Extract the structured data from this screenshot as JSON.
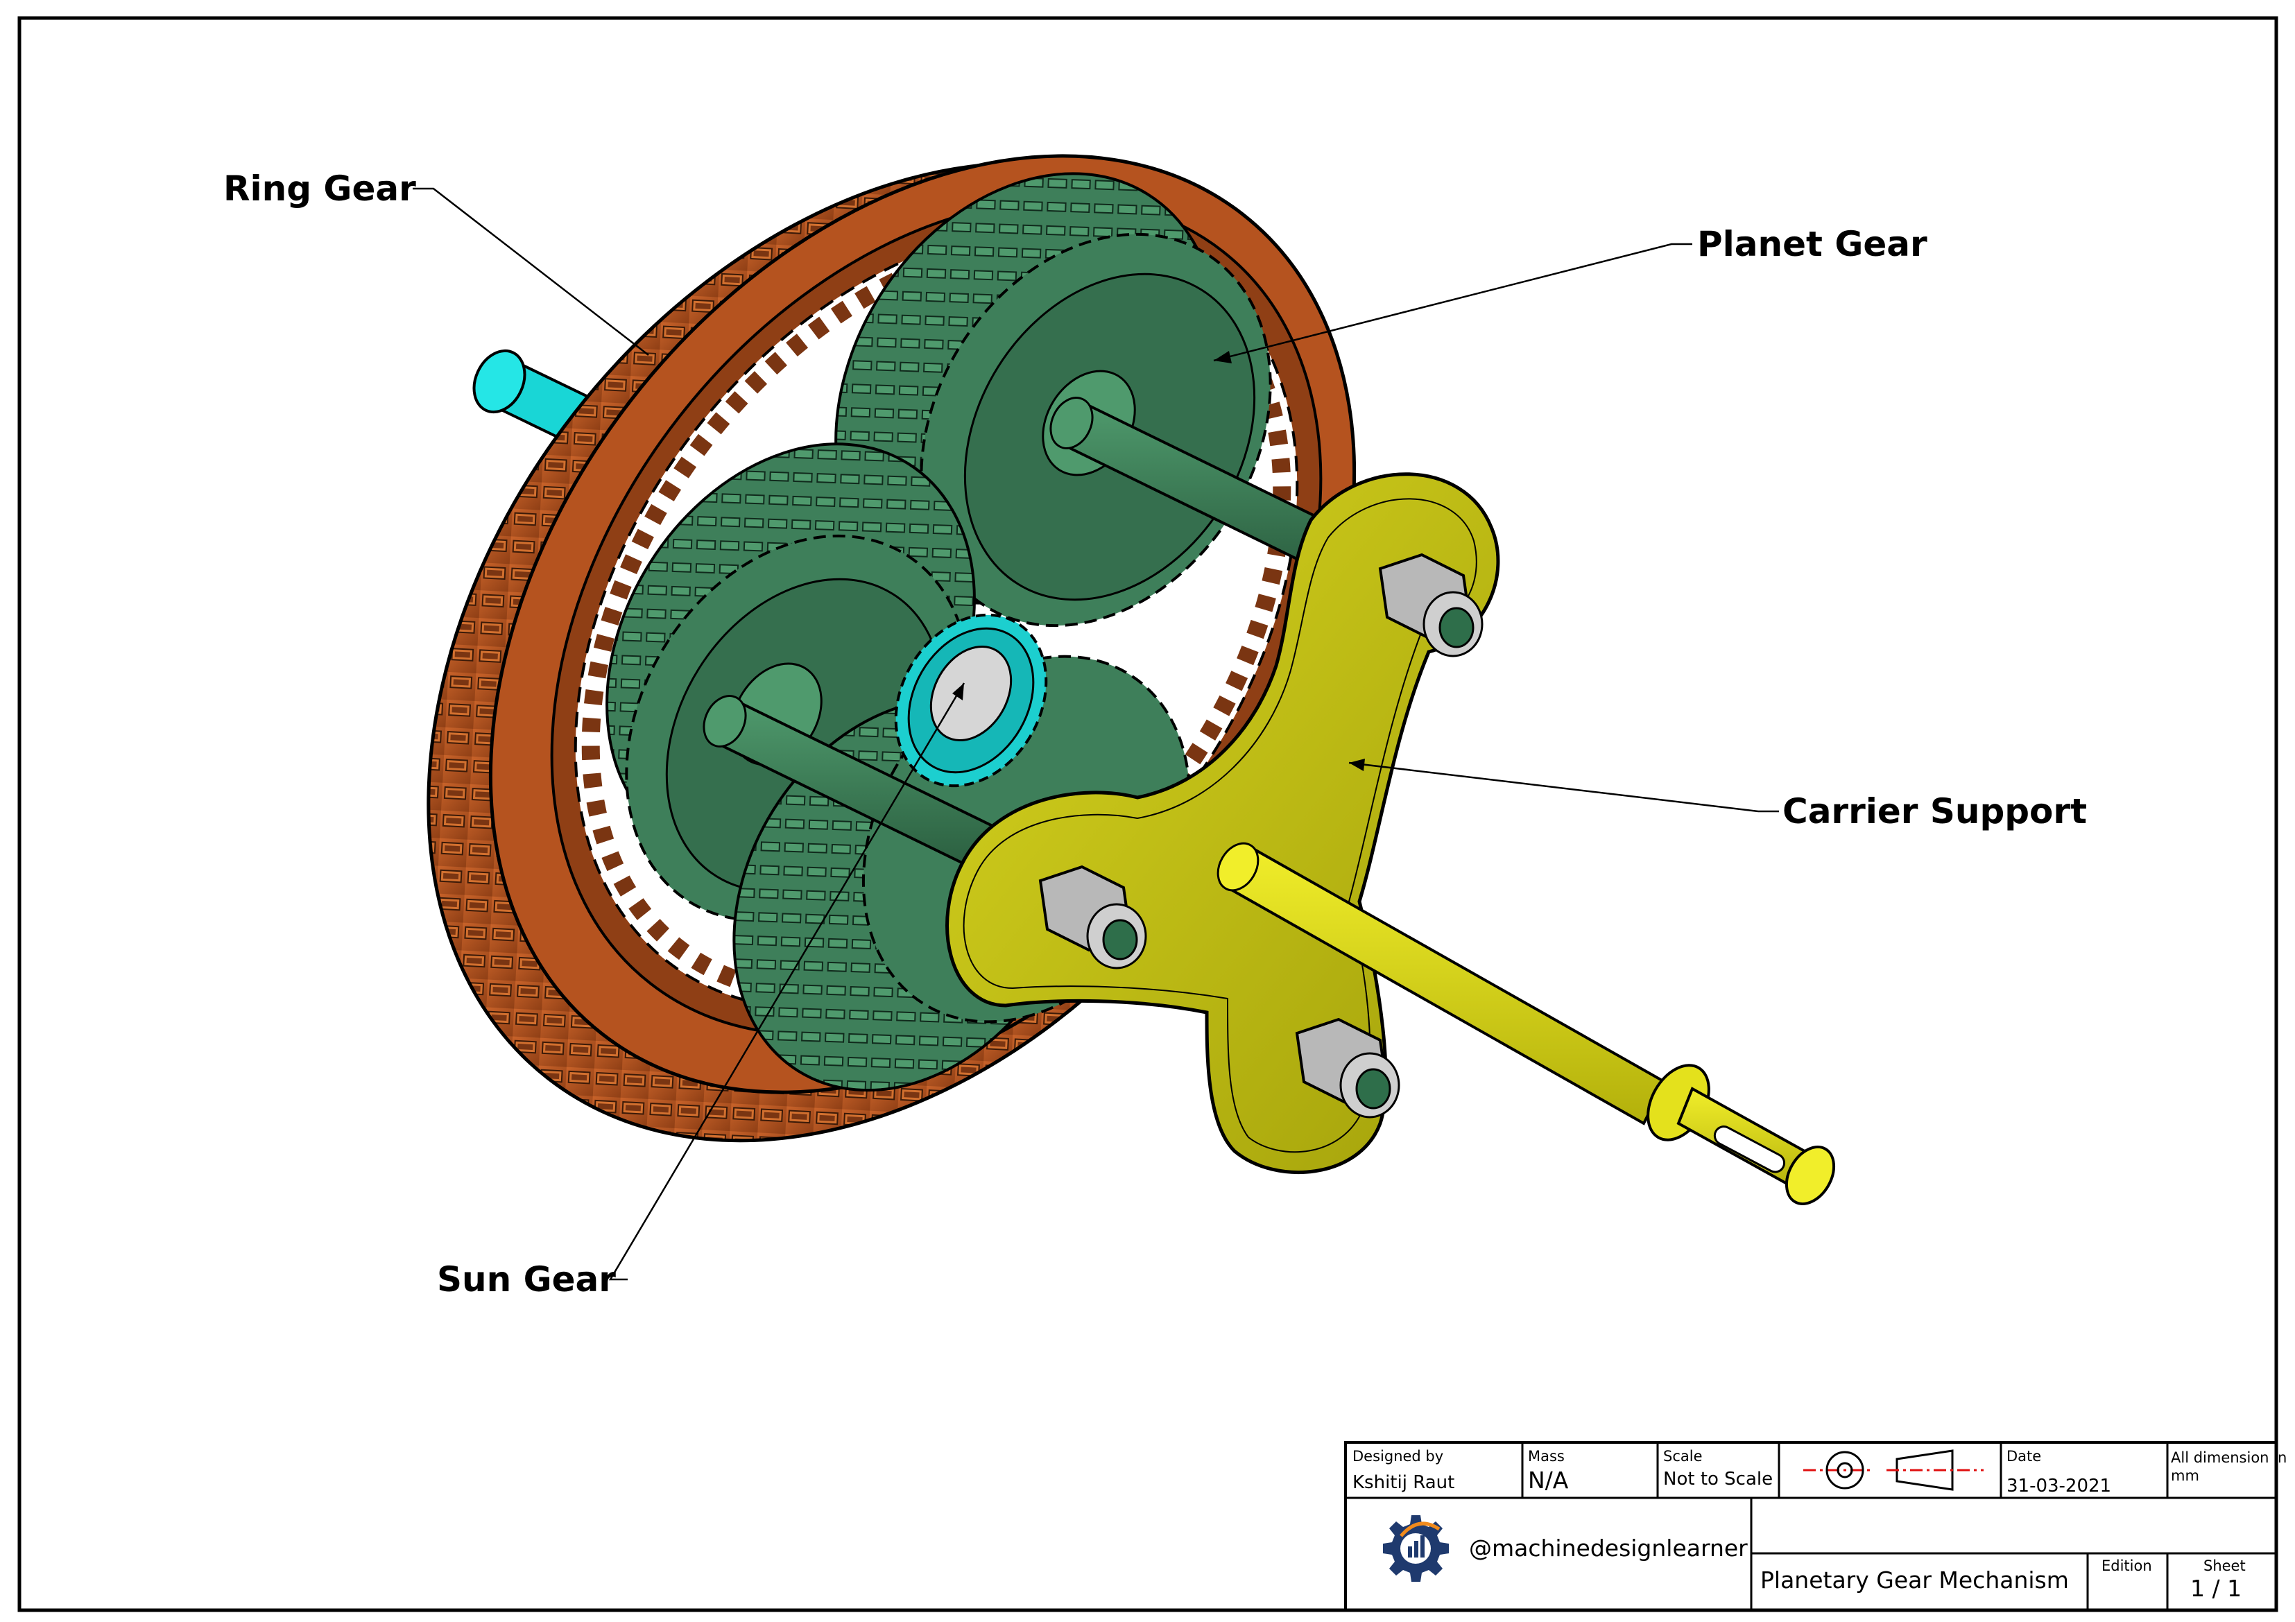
{
  "labels": {
    "ring_gear": "Ring Gear",
    "planet_gear": "Planet Gear",
    "carrier_support": "Carrier Support",
    "sun_gear": "Sun Gear"
  },
  "title_block": {
    "designed_by_label": "Designed by",
    "designed_by_value": "Kshitij Raut",
    "mass_label": "Mass",
    "mass_value": "N/A",
    "scale_label": "Scale",
    "scale_value": "Not to Scale",
    "date_label": "Date",
    "date_value": "31-03-2021",
    "dimension_note_line1": "All dimension in",
    "dimension_note_line2": "mm",
    "handle": "@machinedesignlearner",
    "drawing_title": "Planetary Gear Mechanism",
    "edition_label": "Edition",
    "sheet_label": "Sheet",
    "sheet_value": "1 / 1"
  },
  "colors": {
    "ring": "#b5531f",
    "ring_dark": "#7a3512",
    "planet": "#3e7f5a",
    "planet_dark": "#2a5a3e",
    "sun": "#1ccfcf",
    "carrier": "#c2c012",
    "carrier_dark": "#8a8806",
    "shaft_cyan": "#19d6d6",
    "nut": "#b8b8b8",
    "projection_red": "#e01010"
  }
}
